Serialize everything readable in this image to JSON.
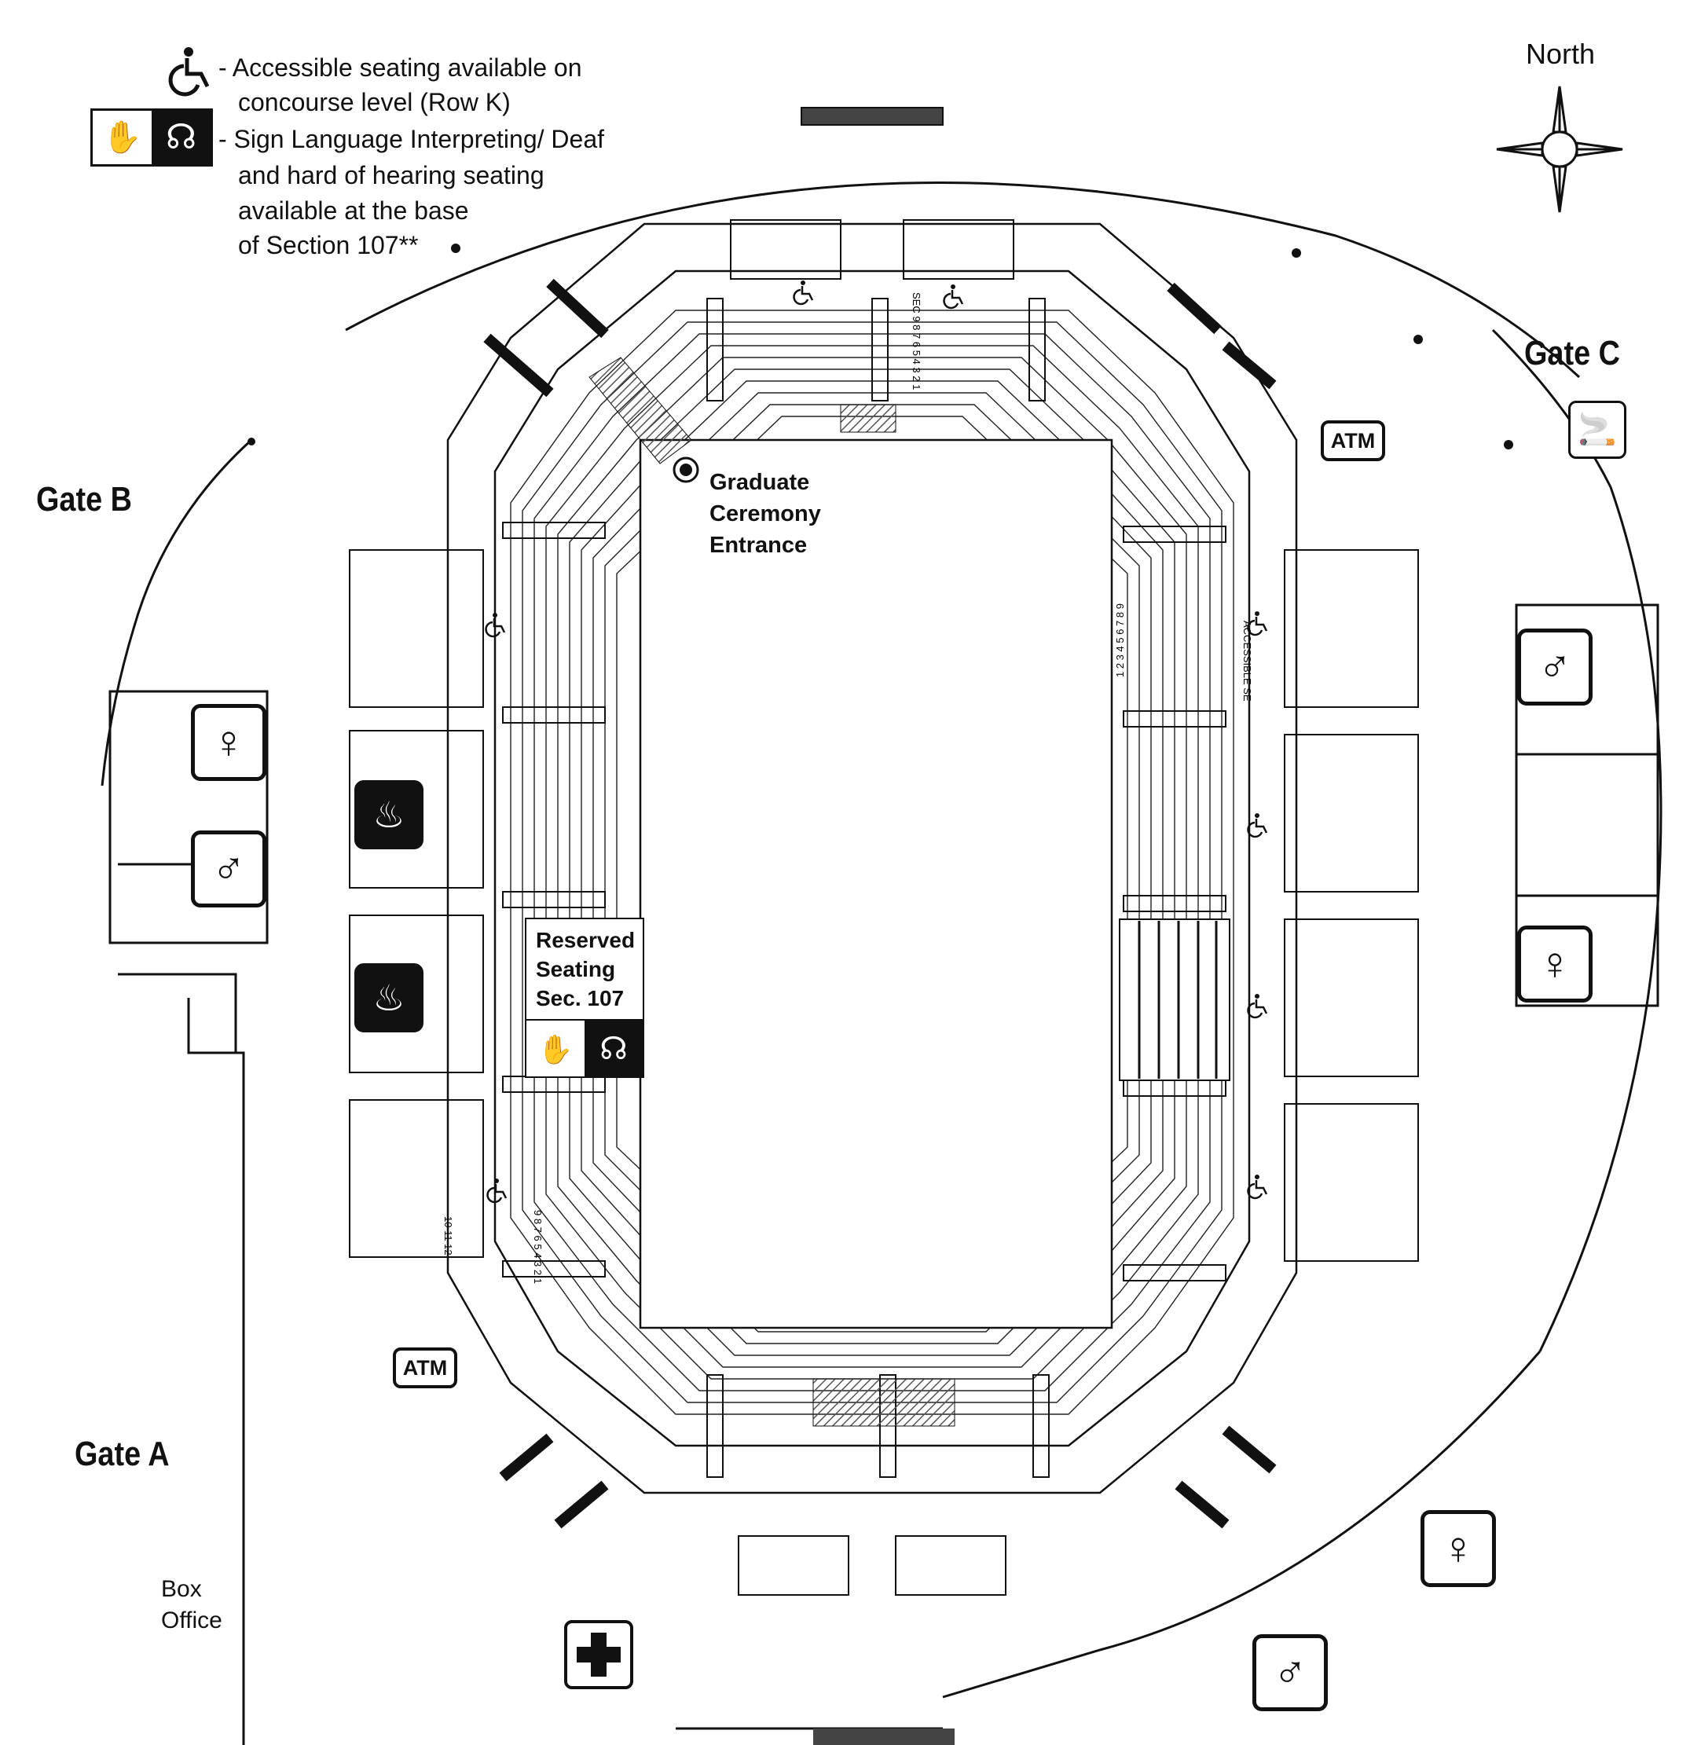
{
  "legend": {
    "accessible_line1": "- Accessible seating available on",
    "accessible_line2": "concourse level (Row K)",
    "sign_line1": "- Sign Language Interpreting/ Deaf",
    "sign_line2": "and hard of hearing seating",
    "sign_line3": "available at the base",
    "sign_line4": "of Section 107**"
  },
  "compass": {
    "label": "North"
  },
  "gates": {
    "a": "Gate A",
    "b": "Gate B",
    "c": "Gate C"
  },
  "box_office": {
    "line1": "Box",
    "line2": "Office"
  },
  "graduate_entrance": {
    "line1": "Graduate",
    "line2": "Ceremony",
    "line3": "Entrance"
  },
  "reserved": {
    "line1": "Reserved",
    "line2": "Seating",
    "line3": "Sec. 107"
  },
  "atm_label": "ATM",
  "section_labels": {
    "north": "SEC 9 8 7 6 5 4 3 2 1",
    "east": "ACCESSIBLE SE",
    "east_rows": "1 2 3 4 5 6 7 8 9",
    "west_rows": "9 8 7 6 5 4 3 2 1",
    "west_extra": "10 11 12"
  },
  "icons": [
    "wheelchair-icon",
    "sign-language-icon",
    "hearing-loop-icon",
    "compass-icon",
    "womens-restroom-icon",
    "mens-restroom-icon",
    "restaurant-icon",
    "smoking-area-icon",
    "first-aid-icon",
    "atm-icon"
  ],
  "colors": {
    "ink": "#111111",
    "hatch": "#555555",
    "background": "#ffffff"
  }
}
